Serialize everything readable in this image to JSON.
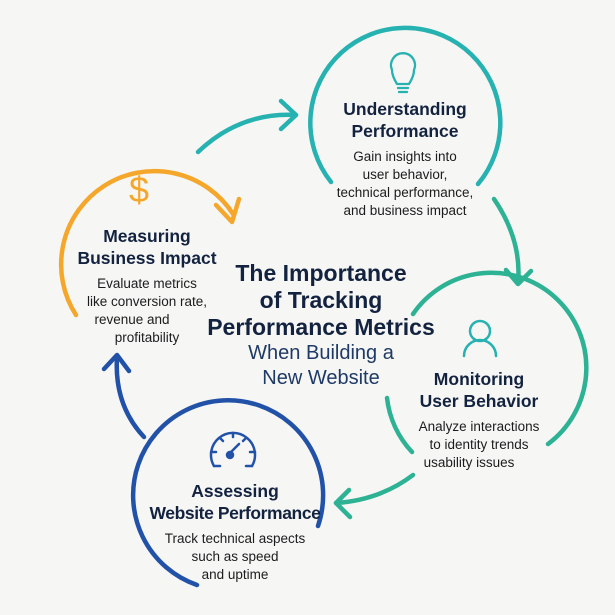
{
  "title": {
    "line1": "The Importance",
    "line2": "of Tracking",
    "line3": "Performance Metrics",
    "line4": "When Building a",
    "line5": "New Website"
  },
  "steps": [
    {
      "id": "understanding",
      "icon": "lightbulb-icon",
      "color": "#26b2b0",
      "heading": [
        "Understanding",
        "Performance"
      ],
      "desc": [
        "Gain insights into",
        "user behavior,",
        "technical performance,",
        "and business impact"
      ]
    },
    {
      "id": "monitoring",
      "icon": "user-icon",
      "color": "#2db394",
      "heading": [
        "Monitoring",
        "User Behavior"
      ],
      "desc": [
        "Analyze interactions",
        "to identity trends",
        "usability issues"
      ]
    },
    {
      "id": "assessing",
      "icon": "speedometer-icon",
      "color": "#2252a8",
      "heading": [
        "Assessing",
        "Website Performance"
      ],
      "desc": [
        "Track technical aspects",
        "such as speed",
        "and uptime"
      ]
    },
    {
      "id": "measuring",
      "icon": "dollar-icon",
      "color": "#f5a72c",
      "heading": [
        "Measuring",
        "Business Impact"
      ],
      "desc": [
        "Evaluate metrics",
        "like conversion rate,",
        "revenue and",
        "profitability"
      ]
    }
  ],
  "icons": {
    "dollar": "$"
  }
}
